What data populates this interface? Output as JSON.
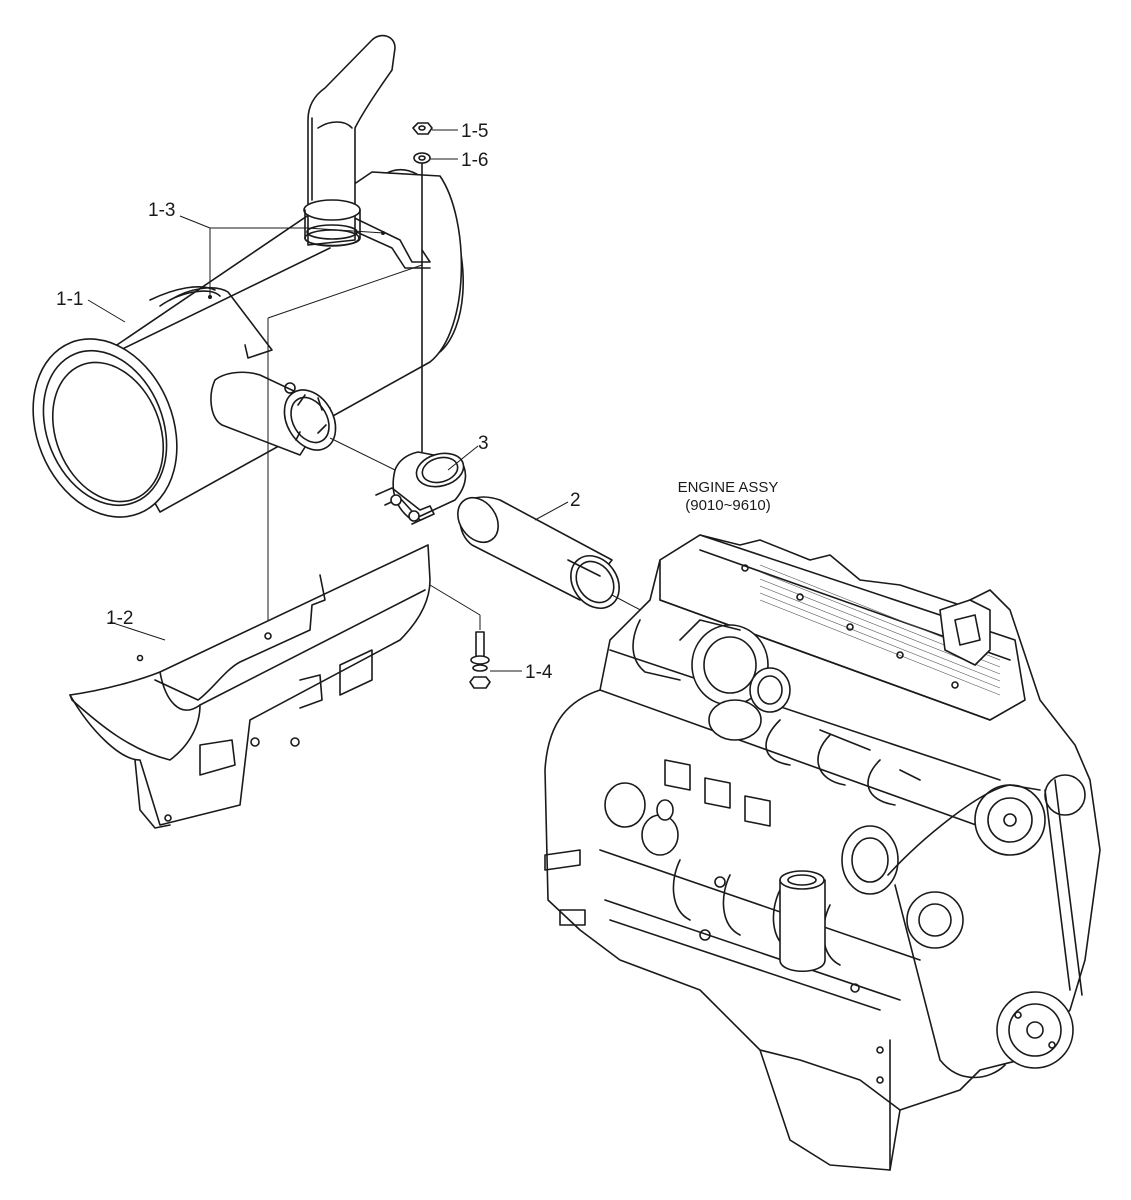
{
  "labels": {
    "p1_1": "1-1",
    "p1_2": "1-2",
    "p1_3": "1-3",
    "p1_4": "1-4",
    "p1_5": "1-5",
    "p1_6": "1-6",
    "p2": "2",
    "p3": "3"
  },
  "engine": {
    "title": "ENGINE ASSY",
    "serial_range": "(9010~9610)"
  },
  "colors": {
    "line": "#1a1a1a",
    "background": "#ffffff"
  }
}
